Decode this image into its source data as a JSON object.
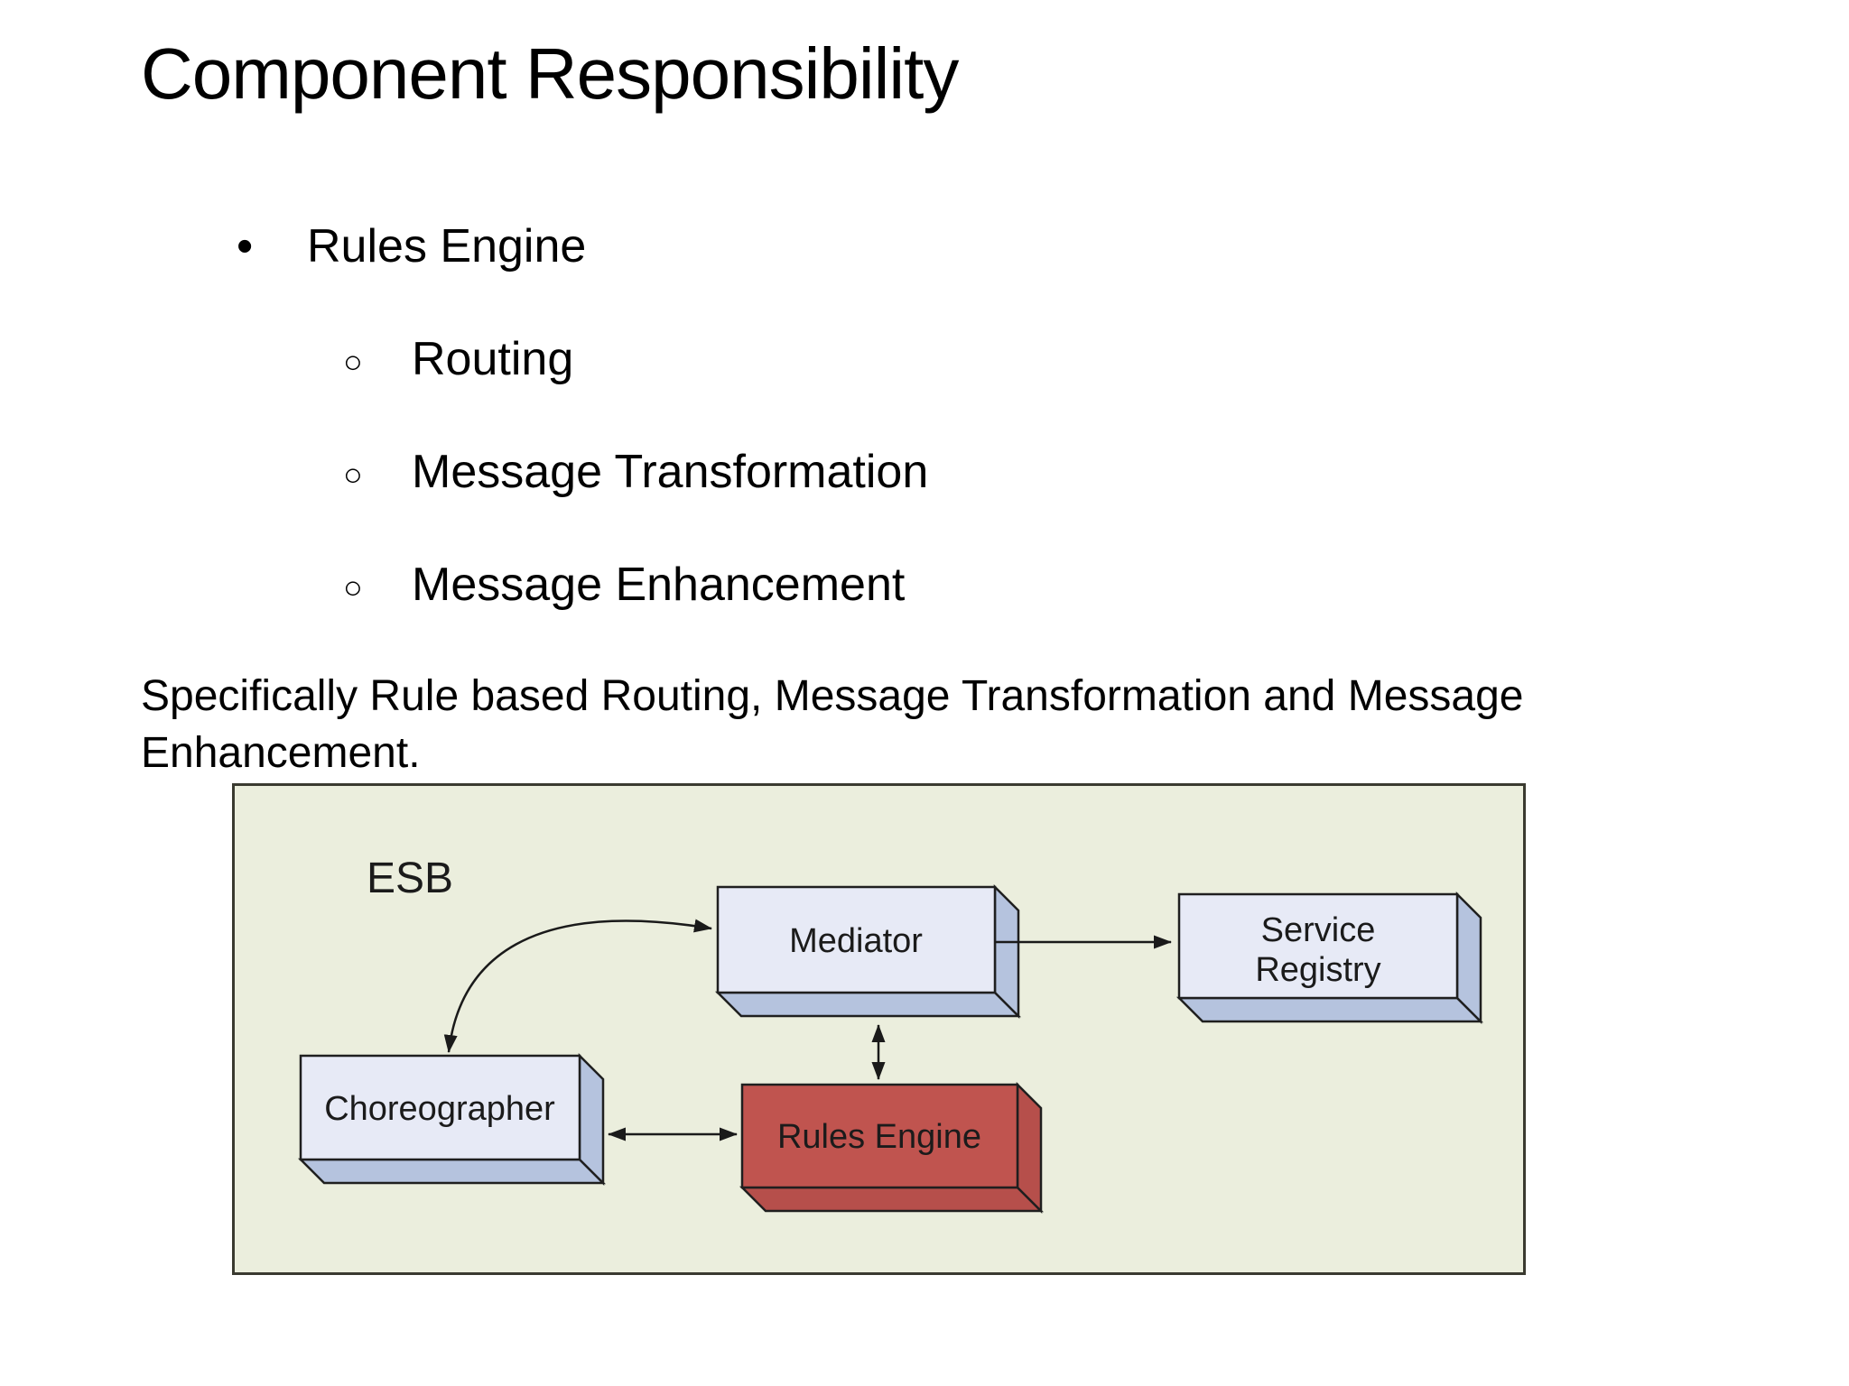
{
  "slide": {
    "title": "Component Responsibility",
    "list": {
      "marker": "•",
      "item": "Rules Engine",
      "sub_marker": "○",
      "sub_items": [
        "Routing",
        "Message Transformation",
        "Message Enhancement"
      ]
    },
    "paragraph": "Specifically Rule based Routing, Message Transformation and Message Enhancement."
  },
  "diagram": {
    "container_label": "ESB",
    "background": "#ebeedd",
    "border_color": "#3a3a30",
    "arrow_color": "#1a1a1a",
    "box_border_color": "#1f1f1f",
    "nodes": {
      "mediator": {
        "label": "Mediator",
        "face": "#e7eaf6",
        "side": "#b5c3de"
      },
      "service_registry": {
        "label_line1": "Service",
        "label_line2": "Registry",
        "face": "#e7eaf6",
        "side": "#b5c3de"
      },
      "choreographer": {
        "label": "Choreographer",
        "face": "#e7eaf6",
        "side": "#b5c3de"
      },
      "rules_engine": {
        "label": "Rules Engine",
        "face": "#c0544f",
        "side": "#b64f4b"
      }
    },
    "connections": [
      {
        "from": "Choreographer",
        "to": "Mediator",
        "style": "curved",
        "bidirectional": true
      },
      {
        "from": "Mediator",
        "to": "Service Registry",
        "style": "straight",
        "bidirectional": false
      },
      {
        "from": "Mediator",
        "to": "Rules Engine",
        "style": "straight",
        "bidirectional": true
      },
      {
        "from": "Choreographer",
        "to": "Rules Engine",
        "style": "straight",
        "bidirectional": true
      }
    ]
  }
}
